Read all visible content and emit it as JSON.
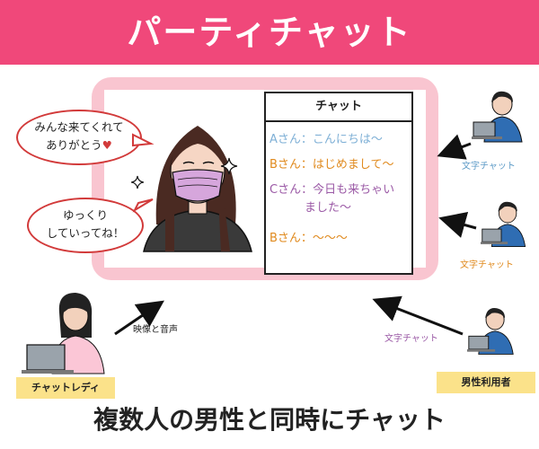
{
  "title": "パーティチャット",
  "chat": {
    "header": "チャット",
    "messages": [
      {
        "lines": [
          "Aさん：こんにちは～"
        ],
        "color": "#7fb0d6"
      },
      {
        "lines": [
          "Bさん：はじめまして～"
        ],
        "color": "#e08a1e"
      },
      {
        "lines": [
          "Cさん：今日も来ちゃい",
          "　　　ました～"
        ],
        "color": "#9b5aa6"
      },
      {
        "lines": [
          "Bさん：～～～"
        ],
        "color": "#e08a1e"
      }
    ]
  },
  "bubbles": {
    "top": [
      "みんな来てくれて",
      "ありがとう"
    ],
    "top_heart": "♥",
    "bottom": [
      "ゆっくり",
      "していってね！"
    ]
  },
  "captions": {
    "user1": "文字チャット",
    "user2": "文字チャット",
    "user3": "文字チャット",
    "lady": "映像と音声"
  },
  "labels": {
    "lady": "チャットレディ",
    "users": "男性利用者"
  },
  "footer": "複数人の男性と同時にチャット",
  "colors": {
    "banner": "#f0487a",
    "frame": "#f9c5d0",
    "caption_user1": "#5d9bc7",
    "caption_user2": "#e08a1e",
    "caption_user3": "#9b5aa6",
    "caption_lady": "#222222",
    "label_bg": "#fbe28a"
  }
}
